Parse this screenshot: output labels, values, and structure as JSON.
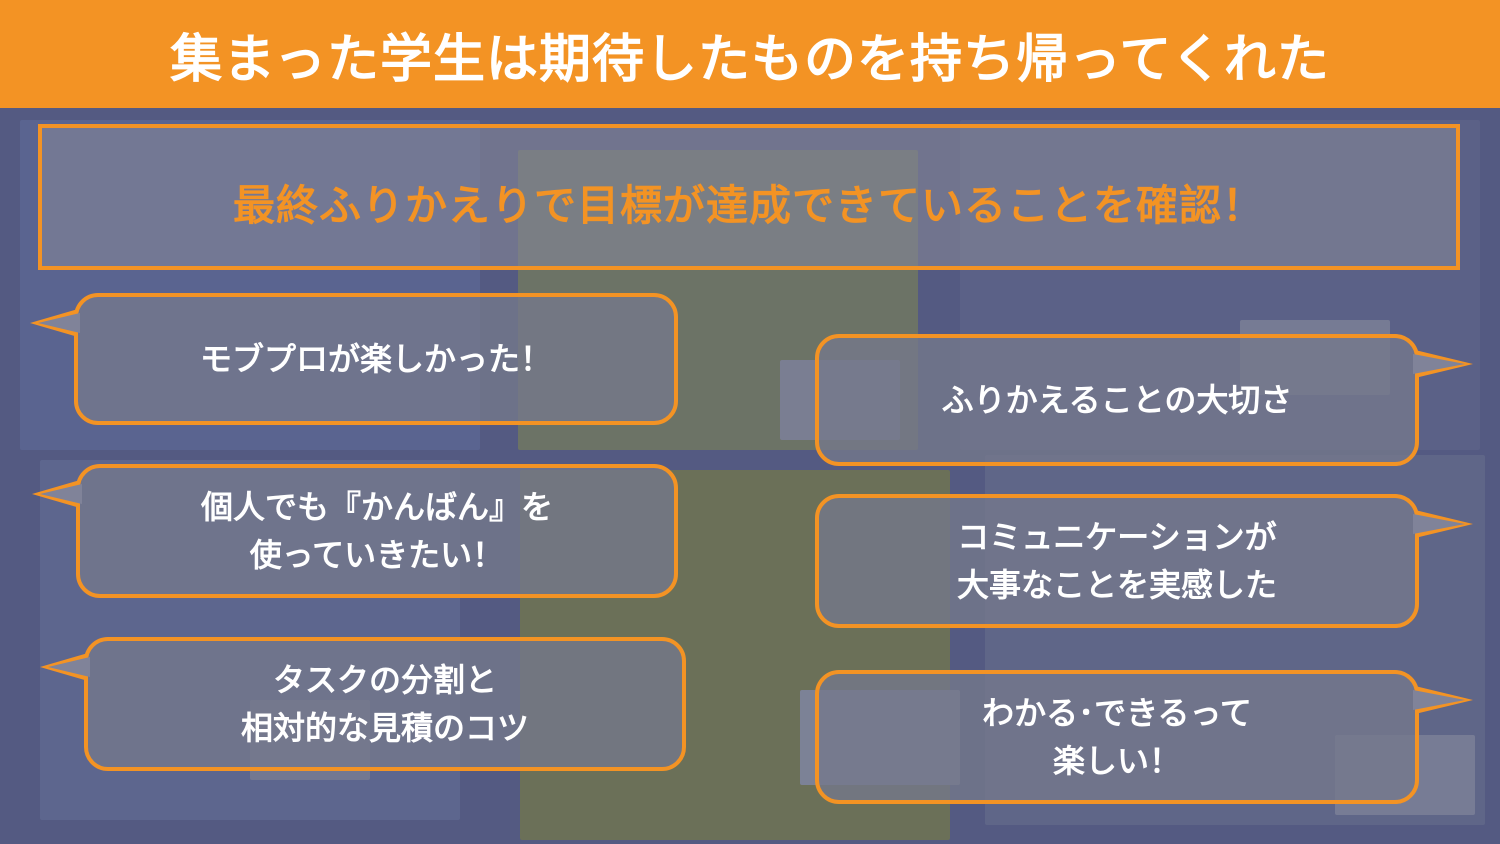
{
  "header": {
    "title": "集まった学生は期待したものを持ち帰ってくれた"
  },
  "goal": {
    "text": "最終ふりかえりで目標が達成できていることを確認！"
  },
  "bubbles_left": [
    {
      "text": "モブプロが楽しかった！"
    },
    {
      "text": "個人でも『かんばん』を\n使っていきたい！"
    },
    {
      "text": "タスクの分割と\n相対的な見積のコツ"
    }
  ],
  "bubbles_right": [
    {
      "text": "ふりかえることの大切さ"
    },
    {
      "text": "コミュニケーションが\n大事なことを実感した"
    },
    {
      "text": "わかる･できるって\n楽しい！"
    }
  ],
  "colors": {
    "accent": "#f39324",
    "background": "#545a82",
    "bubble_fill": "#74788c",
    "text": "#ffffff"
  }
}
